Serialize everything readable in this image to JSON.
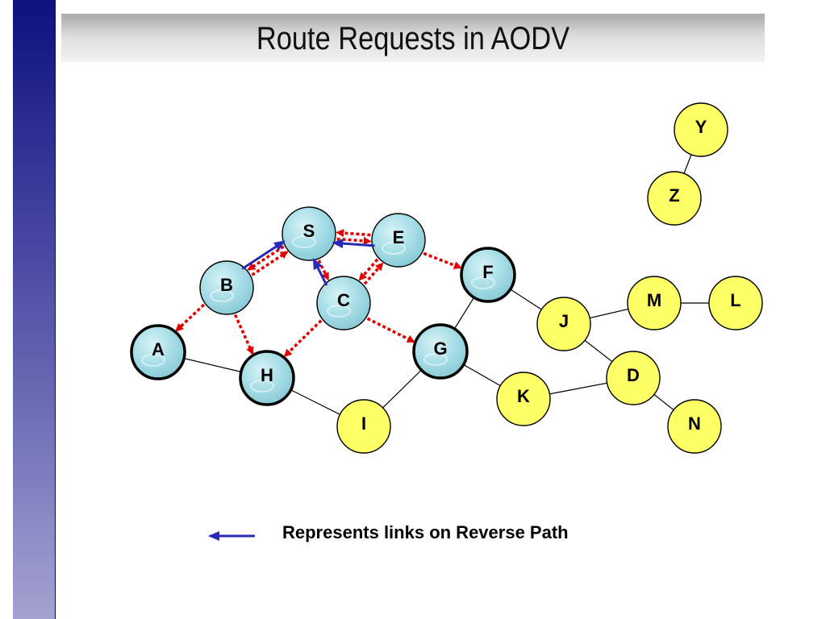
{
  "slide": {
    "title": "Route Requests in AODV"
  },
  "colors": {
    "sidebar": "#1a1a88",
    "blue_node": "#a6dde6",
    "yellow_node": "#ffff66",
    "broadcast_arrow": "#e00000",
    "reverse_link": "#2a2ab8",
    "plain_link": "#000000"
  },
  "nodes": [
    {
      "id": "S",
      "label": "S",
      "kind": "blue",
      "bold": false
    },
    {
      "id": "E",
      "label": "E",
      "kind": "blue",
      "bold": false
    },
    {
      "id": "B",
      "label": "B",
      "kind": "blue",
      "bold": false
    },
    {
      "id": "C",
      "label": "C",
      "kind": "blue",
      "bold": false
    },
    {
      "id": "A",
      "label": "A",
      "kind": "blue",
      "bold": true
    },
    {
      "id": "H",
      "label": "H",
      "kind": "blue",
      "bold": true
    },
    {
      "id": "G",
      "label": "G",
      "kind": "blue",
      "bold": true
    },
    {
      "id": "F",
      "label": "F",
      "kind": "blue",
      "bold": true
    },
    {
      "id": "I",
      "label": "I",
      "kind": "yellow",
      "bold": false
    },
    {
      "id": "J",
      "label": "J",
      "kind": "yellow",
      "bold": false
    },
    {
      "id": "K",
      "label": "K",
      "kind": "yellow",
      "bold": false
    },
    {
      "id": "D",
      "label": "D",
      "kind": "yellow",
      "bold": false
    },
    {
      "id": "M",
      "label": "M",
      "kind": "yellow",
      "bold": false
    },
    {
      "id": "L",
      "label": "L",
      "kind": "yellow",
      "bold": false
    },
    {
      "id": "N",
      "label": "N",
      "kind": "yellow",
      "bold": false
    },
    {
      "id": "Y",
      "label": "Y",
      "kind": "yellow",
      "bold": false
    },
    {
      "id": "Z",
      "label": "Z",
      "kind": "yellow",
      "bold": false
    }
  ],
  "plain_links": [
    [
      "A",
      "H"
    ],
    [
      "H",
      "I"
    ],
    [
      "I",
      "G"
    ],
    [
      "G",
      "F"
    ],
    [
      "F",
      "J"
    ],
    [
      "G",
      "K"
    ],
    [
      "K",
      "D"
    ],
    [
      "J",
      "D"
    ],
    [
      "J",
      "M"
    ],
    [
      "M",
      "L"
    ],
    [
      "D",
      "N"
    ],
    [
      "Y",
      "Z"
    ]
  ],
  "broadcast_arrows": [
    [
      "S",
      "B"
    ],
    [
      "B",
      "S"
    ],
    [
      "S",
      "E"
    ],
    [
      "E",
      "S"
    ],
    [
      "S",
      "C"
    ],
    [
      "E",
      "C"
    ],
    [
      "C",
      "E"
    ],
    [
      "E",
      "F"
    ],
    [
      "B",
      "A"
    ],
    [
      "B",
      "H"
    ],
    [
      "C",
      "H"
    ],
    [
      "C",
      "G"
    ]
  ],
  "reverse_links": [
    [
      "E",
      "S"
    ],
    [
      "B",
      "S"
    ],
    [
      "C",
      "S"
    ]
  ],
  "legend": {
    "label": "Represents links on Reverse Path"
  }
}
